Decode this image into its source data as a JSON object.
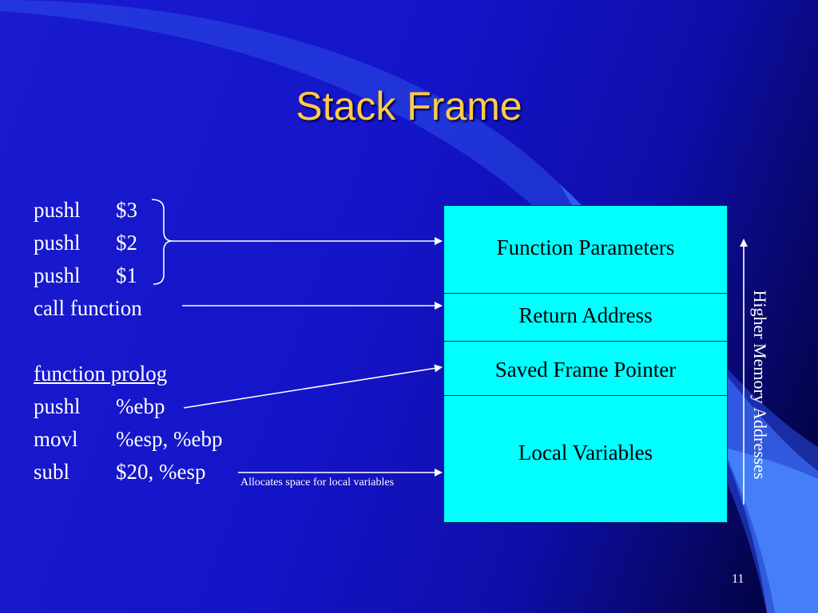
{
  "slide": {
    "title": "Stack Frame",
    "code": [
      {
        "op": "pushl",
        "arg": "$3"
      },
      {
        "op": "pushl",
        "arg": "$2"
      },
      {
        "op": "pushl",
        "arg": "$1"
      },
      {
        "full": "call function"
      },
      {
        "full": "",
        "blank": true
      },
      {
        "full": "function prolog",
        "underline": true
      },
      {
        "op": "pushl",
        "arg": "%ebp"
      },
      {
        "op": "movl",
        "arg": "%esp, %ebp"
      },
      {
        "op": "subl",
        "arg": "$20, %esp"
      }
    ],
    "stack_cells": [
      {
        "label": "Function Parameters"
      },
      {
        "label": "Return Address"
      },
      {
        "label": "Saved Frame Pointer"
      },
      {
        "label": "Local Variables"
      }
    ],
    "vertical_label": "Higher Memory Addresses",
    "note": "Allocates space for local variables",
    "page_number": "11"
  },
  "colors": {
    "title": "#ffcc44",
    "stack_fill": "#00ffff",
    "text": "#ffffff"
  }
}
